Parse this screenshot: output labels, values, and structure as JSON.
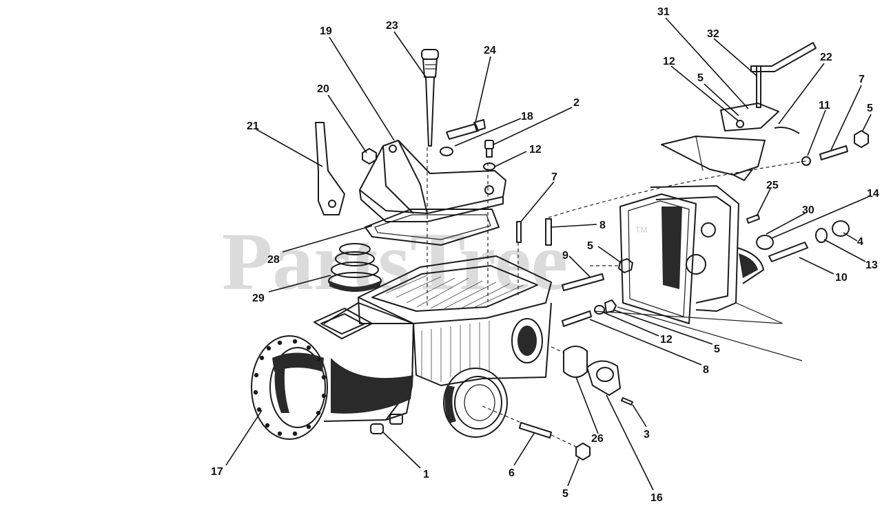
{
  "watermark": {
    "text": "PartsTree",
    "trademark": "TM"
  },
  "callouts": [
    "19",
    "23",
    "24",
    "31",
    "32",
    "12",
    "5",
    "22",
    "7",
    "11",
    "5",
    "20",
    "18",
    "2",
    "21",
    "12",
    "7",
    "25",
    "14",
    "8",
    "30",
    "28",
    "5",
    "9",
    "4",
    "13",
    "29",
    "10",
    "12",
    "5",
    "8",
    "26",
    "3",
    "17",
    "1",
    "6",
    "5",
    "16"
  ],
  "colors": {
    "ink": "#1a1a1a",
    "watermark": "#cfcfcf",
    "background": "#ffffff"
  }
}
